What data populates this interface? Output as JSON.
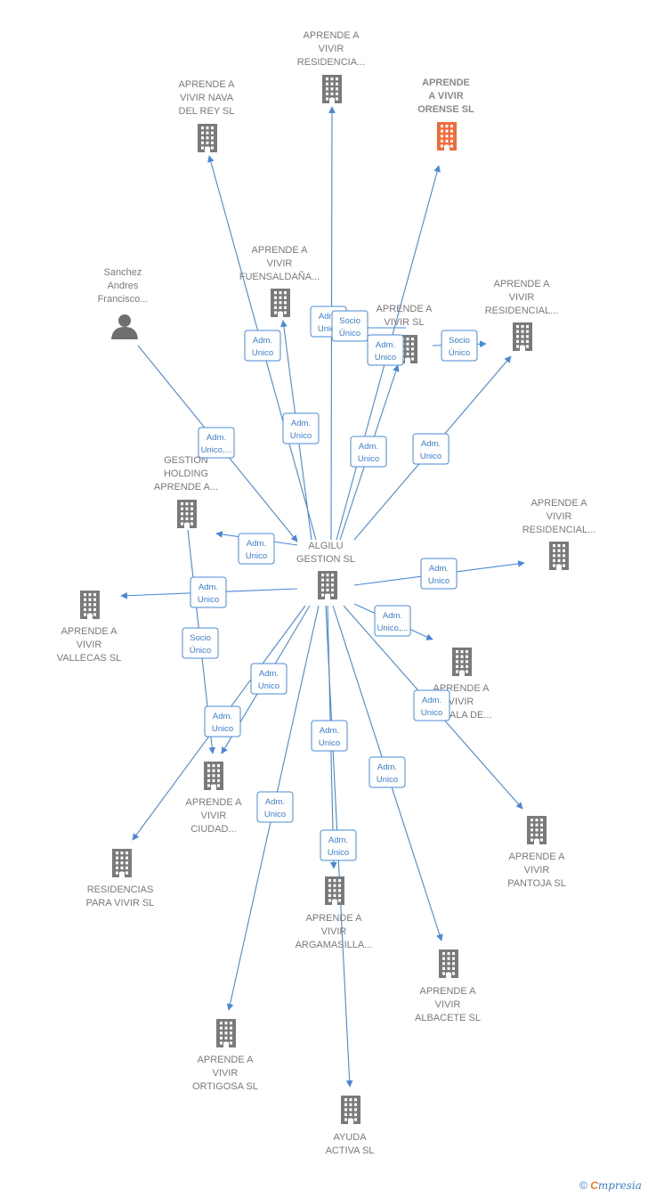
{
  "colors": {
    "edge": "#4a88d6",
    "building": "#7a7a7a",
    "highlight": "#f26a3a",
    "person": "#6f6f6f"
  },
  "nodes": [
    {
      "id": "central",
      "type": "company",
      "label": [
        "ALGILU",
        "GESTION  SL"
      ]
    },
    {
      "id": "orense",
      "type": "company",
      "highlight": true,
      "label": [
        "APRENDE",
        "A VIVIR",
        "ORENSE  SL"
      ]
    },
    {
      "id": "residencia_top",
      "type": "company",
      "label": [
        "APRENDE A",
        "VIVIR",
        "RESIDENCIA..."
      ]
    },
    {
      "id": "nava",
      "type": "company",
      "label": [
        "APRENDE A",
        "VIVIR NAVA",
        "DEL REY  SL"
      ]
    },
    {
      "id": "fuensaldana",
      "type": "company",
      "label": [
        "APRENDE A",
        "VIVIR",
        "FUENSALDAÑA..."
      ]
    },
    {
      "id": "sanchez",
      "type": "person",
      "label": [
        "Sanchez",
        "Andres",
        "Francisco..."
      ]
    },
    {
      "id": "vivirsl",
      "type": "company",
      "label": [
        "APRENDE A",
        "VIVIR SL"
      ]
    },
    {
      "id": "residencial1",
      "type": "company",
      "label": [
        "APRENDE A",
        "VIVIR",
        "RESIDENCIAL..."
      ]
    },
    {
      "id": "gestion",
      "type": "company",
      "label": [
        "GESTION",
        "HOLDING",
        "APRENDE A..."
      ]
    },
    {
      "id": "residencial2",
      "type": "company",
      "label": [
        "APRENDE A",
        "VIVIR",
        "RESIDENCIAL..."
      ]
    },
    {
      "id": "vallecas",
      "type": "company",
      "label": [
        "APRENDE A",
        "VIVIR",
        "VALLECAS  SL"
      ]
    },
    {
      "id": "alcala",
      "type": "company",
      "label": [
        "APRENDE A",
        "VIVIR",
        "ALCALA DE..."
      ]
    },
    {
      "id": "ciudad",
      "type": "company",
      "label": [
        "APRENDE A",
        "VIVIR",
        "CIUDAD..."
      ]
    },
    {
      "id": "pantoja",
      "type": "company",
      "label": [
        "APRENDE A",
        "VIVIR",
        "PANTOJA  SL"
      ]
    },
    {
      "id": "residencias",
      "type": "company",
      "label": [
        "RESIDENCIAS",
        "PARA VIVIR  SL"
      ]
    },
    {
      "id": "argamasilla",
      "type": "company",
      "label": [
        "APRENDE A",
        "VIVIR",
        "ARGAMASILLA..."
      ]
    },
    {
      "id": "albacete",
      "type": "company",
      "label": [
        "APRENDE A",
        "VIVIR",
        "ALBACETE  SL"
      ]
    },
    {
      "id": "ortigosa",
      "type": "company",
      "label": [
        "APRENDE A",
        "VIVIR",
        "ORTIGOSA  SL"
      ]
    },
    {
      "id": "ayuda",
      "type": "company",
      "label": [
        "AYUDA",
        "ACTIVA  SL"
      ]
    }
  ],
  "edges": [
    {
      "from": "central",
      "to": "orense",
      "label": [
        "Adm.",
        "Unico"
      ]
    },
    {
      "from": "central",
      "to": "residencia_top",
      "label": [
        "Adm.",
        "Unico"
      ]
    },
    {
      "from": "central",
      "to": "nava",
      "label": [
        "Adm.",
        "Unico"
      ]
    },
    {
      "from": "central",
      "to": "fuensaldana",
      "label": [
        "Adm.",
        "Unico"
      ]
    },
    {
      "from": "central",
      "to": "vivirsl",
      "label": [
        "Adm.",
        "Unico"
      ]
    },
    {
      "from": "vivirsl",
      "to": "residencial1",
      "label": [
        "Socio",
        "Único"
      ]
    },
    {
      "from": "vivirsl",
      "to": "residencia_top",
      "label": [
        "Socio",
        "Único"
      ]
    },
    {
      "from": "central",
      "to": "residencial1",
      "label": [
        "Adm.",
        "Unico"
      ]
    },
    {
      "from": "sanchez",
      "to": "central",
      "label": [
        "Adm.",
        "Unico,..."
      ]
    },
    {
      "from": "central",
      "to": "gestion",
      "label": [
        "Adm.",
        "Unico"
      ]
    },
    {
      "from": "central",
      "to": "residencial2",
      "label": [
        "Adm.",
        "Unico"
      ]
    },
    {
      "from": "central",
      "to": "vallecas",
      "label": [
        "Adm.",
        "Unico"
      ]
    },
    {
      "from": "central",
      "to": "alcala",
      "label": [
        "Adm.",
        "Unico,..."
      ]
    },
    {
      "from": "gestion",
      "to": "ciudad",
      "label": [
        "Socio",
        "Único"
      ]
    },
    {
      "from": "central",
      "to": "ciudad",
      "label": [
        "Adm.",
        "Unico"
      ]
    },
    {
      "from": "central",
      "to": "residencias",
      "label": [
        "Adm.",
        "Unico"
      ]
    },
    {
      "from": "central",
      "to": "pantoja",
      "label": [
        "Adm.",
        "Unico"
      ]
    },
    {
      "from": "central",
      "to": "argamasilla",
      "label": [
        "Adm.",
        "Unico"
      ]
    },
    {
      "from": "central",
      "to": "albacete",
      "label": [
        "Adm.",
        "Unico"
      ]
    },
    {
      "from": "central",
      "to": "ortigosa",
      "label": [
        "Adm.",
        "Unico"
      ]
    },
    {
      "from": "central",
      "to": "ayuda",
      "label": [
        "Adm.",
        "Unico"
      ]
    }
  ],
  "footer": {
    "copyright": "©",
    "brand_initial": "C",
    "brand_rest": "mpresia"
  }
}
